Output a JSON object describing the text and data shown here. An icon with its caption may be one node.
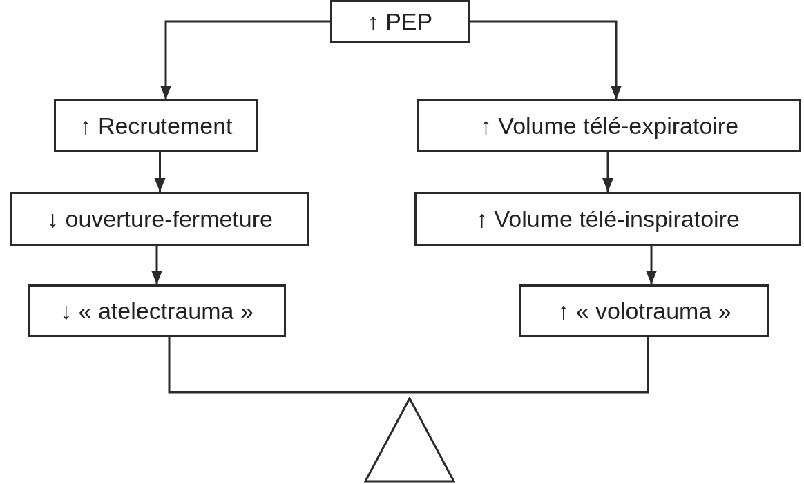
{
  "diagram": {
    "nodes": [
      {
        "text": [
          "↑ PEP"
        ]
      },
      {
        "text": [
          "↑ Recrutement"
        ]
      },
      {
        "text": [
          "↓ ouverture-fermeture"
        ]
      },
      {
        "text": [
          "↓ « atelectrauma »"
        ]
      },
      {
        "text": [
          "↑ Volume télé-expiratoire"
        ]
      },
      {
        "text": [
          "↑ Volume télé-inspiratoire"
        ]
      },
      {
        "text": [
          "↑ « volotrauma »"
        ]
      },
      {
        "text": [],
        "shape": "triangle"
      }
    ],
    "edges": [
      {
        "from": 0,
        "to": 1,
        "arrow": "to"
      },
      {
        "from": 1,
        "to": 2,
        "arrow": "to"
      },
      {
        "from": 2,
        "to": 3,
        "arrow": "to"
      },
      {
        "from": 0,
        "to": 4,
        "arrow": "to"
      },
      {
        "from": 4,
        "to": 5,
        "arrow": "to"
      },
      {
        "from": 5,
        "to": 6,
        "arrow": "to"
      },
      {
        "from": 3,
        "to": 6,
        "arrow": "none"
      }
    ]
  }
}
